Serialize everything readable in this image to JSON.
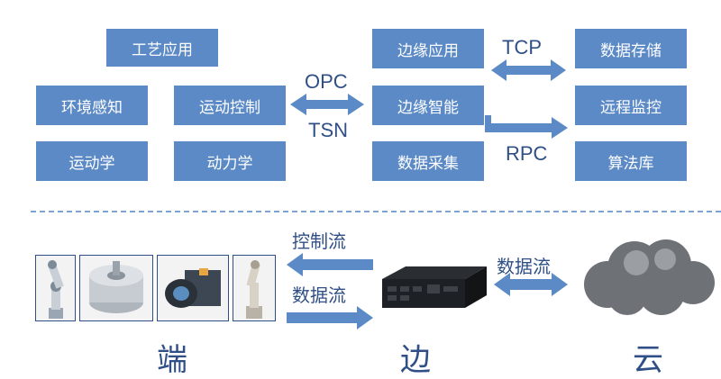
{
  "top": {
    "device_boxes": [
      "工艺应用",
      "环境感知",
      "运动控制",
      "运动学",
      "动力学"
    ],
    "edge_boxes": [
      "边缘应用",
      "边缘智能",
      "数据采集"
    ],
    "cloud_boxes": [
      "数据存储",
      "远程监控",
      "算法库"
    ],
    "protocols": {
      "left_top": "OPC",
      "left_bottom": "TSN",
      "right_top": "TCP",
      "right_bottom": "RPC"
    }
  },
  "bottom": {
    "flow_control": "控制流",
    "flow_data_left": "数据流",
    "flow_data_right": "数据流",
    "tier_device": "端",
    "tier_edge": "边",
    "tier_cloud": "云"
  },
  "colors": {
    "box_fill": "#5b8ac6",
    "arrow": "#5b8ac6",
    "text": "#2f4f86"
  },
  "icons": [
    "robot-arm-image",
    "sensor-image",
    "camera-image",
    "robot-arm-2-image",
    "edge-computer-image",
    "cloud-image"
  ]
}
